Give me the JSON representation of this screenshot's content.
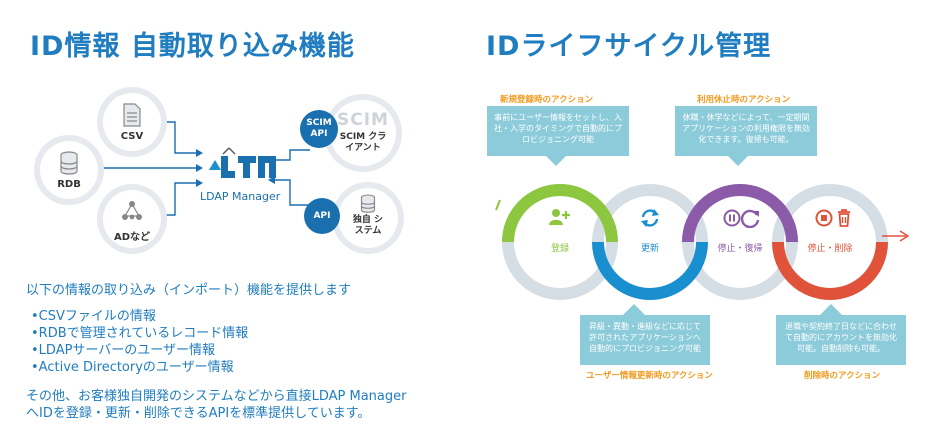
{
  "left": {
    "title": "ID情報 自動取り込み機能",
    "sources": [
      {
        "label": "CSV",
        "icon": "document-icon"
      },
      {
        "label": "RDB",
        "icon": "database-icon"
      },
      {
        "label": "ADなど",
        "icon": "tree-icon"
      }
    ],
    "logo_caption": "LDAP Manager",
    "scim": {
      "badge": "SCIM API",
      "logo_text": "SCIM",
      "label": "SCIM クライアント"
    },
    "api": {
      "badge": "API",
      "label": "独自 システム"
    },
    "intro": "以下の情報の取り込み（インポート）機能を提供します",
    "bullets": [
      "•CSVファイルの情報",
      "•RDBで管理されているレコード情報",
      "•LDAPサーバーのユーザー情報",
      "•Active Directoryのユーザー情報"
    ],
    "footer_line1": "その他、お客様独自開発のシステムなどから直接LDAP Manager",
    "footer_line2": "へIDを登録・更新・削除できるAPIを標準提供しています。"
  },
  "right": {
    "title": "IDライフサイクル管理",
    "stages": [
      {
        "label": "登録",
        "color": "#8dc63f",
        "icon": "add-user-icon"
      },
      {
        "label": "更新",
        "color": "#1a8fd0",
        "icon": "refresh-icon"
      },
      {
        "label": "停止・復帰",
        "color": "#8b5aa8",
        "icon": "pause-resume-icon"
      },
      {
        "label": "停止・削除",
        "color": "#e0533a",
        "icon": "stop-delete-icon"
      }
    ],
    "callouts": {
      "new": {
        "title": "新規登録時のアクション",
        "text": "事前にユーザー情報をセットし、入社・入学のタイミングで自動的にプロビジョニング可能"
      },
      "suspend": {
        "title": "利用休止時のアクション",
        "text": "休職・休学などによって、一定期間アプリケーションの利用権限を無効化できます。復帰も可能。"
      },
      "update": {
        "title": "ユーザー情報更新時のアクション",
        "text": "昇級・異動・進級などに応じて許可されたアプリケーションへ自動的にプロビジョニング可能"
      },
      "delete": {
        "title": "削除時のアクション",
        "text": "退職や契約終了日などに合わせて自動的にアカウントを無効化可能。自動削除も可能。"
      }
    }
  }
}
